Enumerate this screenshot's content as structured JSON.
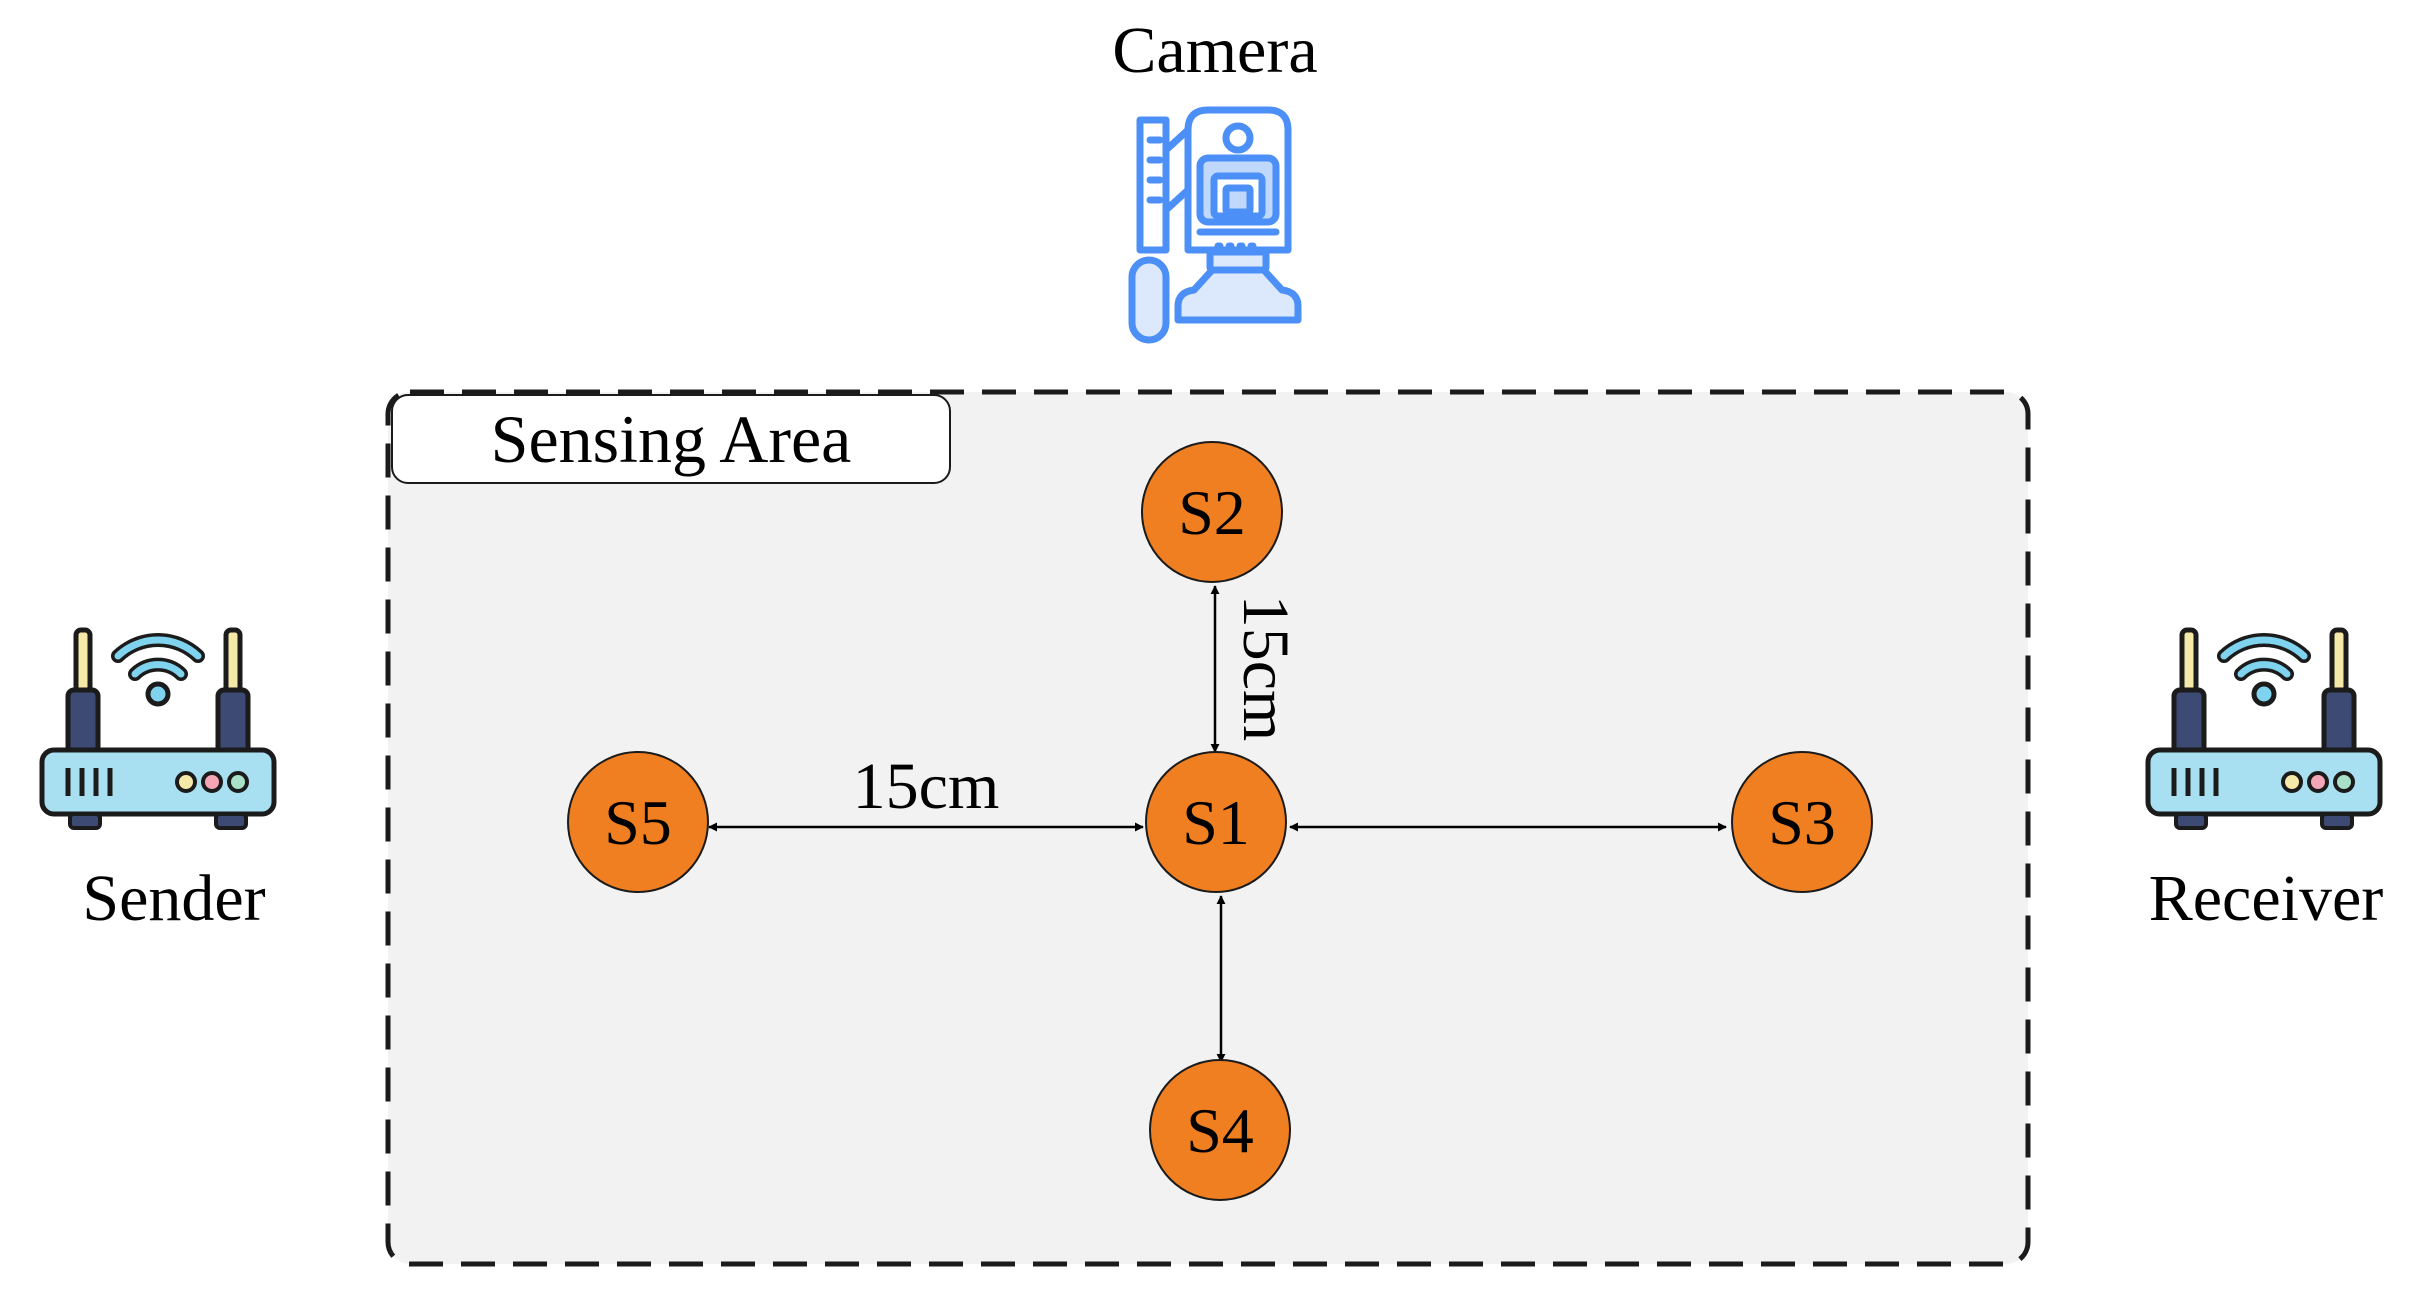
{
  "labels": {
    "camera": "Camera",
    "sensing_area": "Sensing Area",
    "sender": "Sender",
    "receiver": "Receiver",
    "distance_horizontal": "15cm",
    "distance_vertical": "15cm"
  },
  "sensors": [
    {
      "id": "s1",
      "label": "S1"
    },
    {
      "id": "s2",
      "label": "S2"
    },
    {
      "id": "s3",
      "label": "S3"
    },
    {
      "id": "s4",
      "label": "S4"
    },
    {
      "id": "s5",
      "label": "S5"
    }
  ],
  "icons": {
    "camera": "camera-icon",
    "sender": "wifi-router-icon",
    "receiver": "wifi-router-icon"
  },
  "colors": {
    "sensor_fill": "#F07F21",
    "area_fill": "#F2F2F2",
    "icon_blue": "#4B8FF7",
    "router_body": "#A8E0F2",
    "router_antenna": "#3D4A73"
  }
}
